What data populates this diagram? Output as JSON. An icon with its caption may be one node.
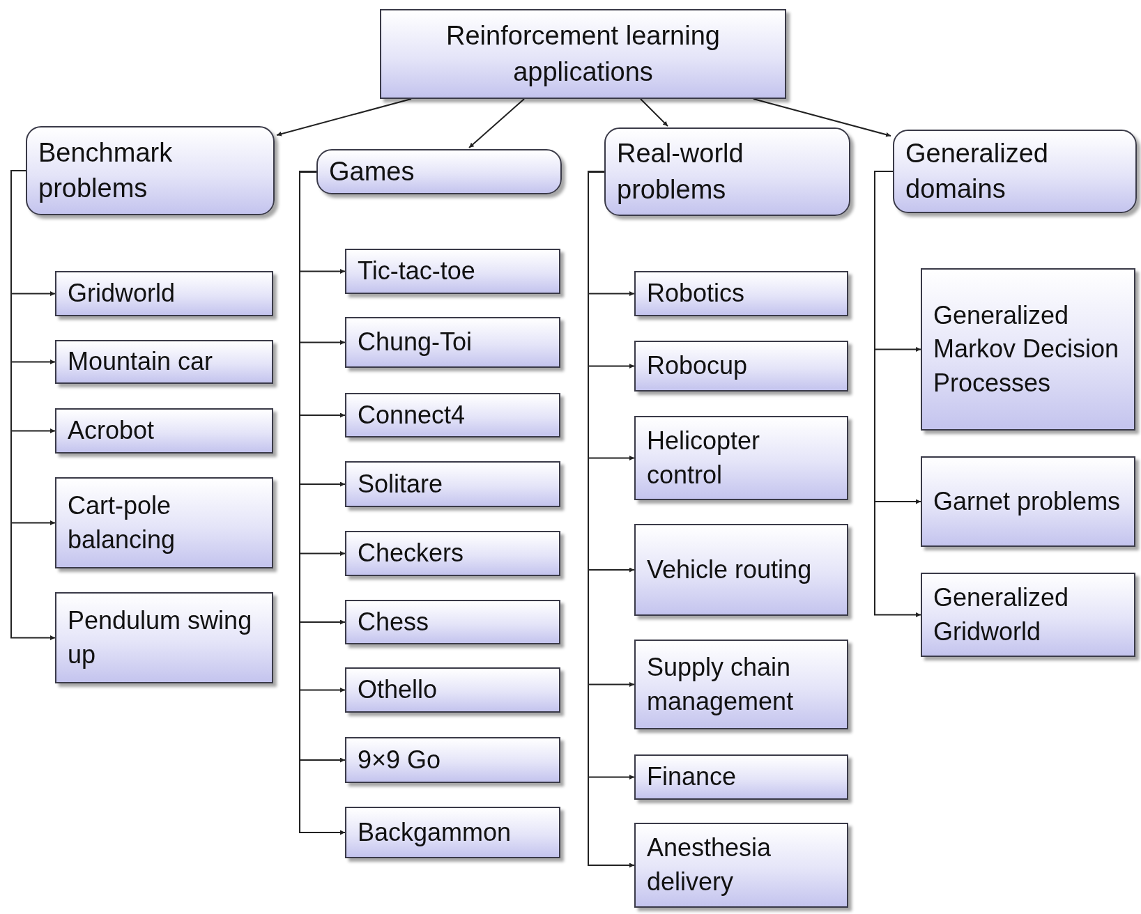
{
  "diagram": {
    "nodes": [
      {
        "text": [
          "Reinforcement learning applications"
        ]
      },
      {
        "text": [
          "Benchmark problems"
        ]
      },
      {
        "text": [
          "Gridworld"
        ]
      },
      {
        "text": [
          "Mountain car"
        ]
      },
      {
        "text": [
          "Acrobot"
        ]
      },
      {
        "text": [
          "Cart-pole balancing"
        ]
      },
      {
        "text": [
          "Pendulum swing up"
        ]
      },
      {
        "text": [
          "Games"
        ]
      },
      {
        "text": [
          "Tic-tac-toe"
        ]
      },
      {
        "text": [
          "Chung-Toi"
        ]
      },
      {
        "text": [
          "Connect4"
        ]
      },
      {
        "text": [
          "Solitare"
        ]
      },
      {
        "text": [
          "Checkers"
        ]
      },
      {
        "text": [
          "Chess"
        ]
      },
      {
        "text": [
          "Othello"
        ]
      },
      {
        "text": [
          "9×9 Go"
        ]
      },
      {
        "text": [
          "Backgammon"
        ]
      },
      {
        "text": [
          "Real-world problems"
        ]
      },
      {
        "text": [
          "Robotics"
        ]
      },
      {
        "text": [
          "Robocup"
        ]
      },
      {
        "text": [
          "Helicopter control"
        ]
      },
      {
        "text": [
          "Vehicle routing"
        ]
      },
      {
        "text": [
          "Supply chain management"
        ]
      },
      {
        "text": [
          "Finance"
        ]
      },
      {
        "text": [
          "Anesthesia delivery"
        ]
      },
      {
        "text": [
          "Generalized domains"
        ]
      },
      {
        "text": [
          "Generalized Markov Decision Processes"
        ]
      },
      {
        "text": [
          "Garnet problems"
        ]
      },
      {
        "text": [
          "Generalized Gridworld"
        ]
      }
    ],
    "edges": [
      {
        "from": 0,
        "to": 1,
        "arrow": "to"
      },
      {
        "from": 0,
        "to": 7,
        "arrow": "to"
      },
      {
        "from": 0,
        "to": 17,
        "arrow": "to"
      },
      {
        "from": 0,
        "to": 25,
        "arrow": "to"
      },
      {
        "from": 1,
        "to": 2,
        "arrow": "to"
      },
      {
        "from": 1,
        "to": 3,
        "arrow": "to"
      },
      {
        "from": 1,
        "to": 4,
        "arrow": "to"
      },
      {
        "from": 1,
        "to": 5,
        "arrow": "to"
      },
      {
        "from": 1,
        "to": 6,
        "arrow": "to"
      },
      {
        "from": 7,
        "to": 8,
        "arrow": "to"
      },
      {
        "from": 7,
        "to": 9,
        "arrow": "to"
      },
      {
        "from": 7,
        "to": 10,
        "arrow": "to"
      },
      {
        "from": 7,
        "to": 11,
        "arrow": "to"
      },
      {
        "from": 7,
        "to": 12,
        "arrow": "to"
      },
      {
        "from": 7,
        "to": 13,
        "arrow": "to"
      },
      {
        "from": 7,
        "to": 14,
        "arrow": "to"
      },
      {
        "from": 7,
        "to": 15,
        "arrow": "to"
      },
      {
        "from": 7,
        "to": 16,
        "arrow": "to"
      },
      {
        "from": 17,
        "to": 18,
        "arrow": "to"
      },
      {
        "from": 17,
        "to": 19,
        "arrow": "to"
      },
      {
        "from": 17,
        "to": 20,
        "arrow": "to"
      },
      {
        "from": 17,
        "to": 21,
        "arrow": "to"
      },
      {
        "from": 17,
        "to": 22,
        "arrow": "to"
      },
      {
        "from": 17,
        "to": 23,
        "arrow": "to"
      },
      {
        "from": 17,
        "to": 24,
        "arrow": "to"
      },
      {
        "from": 25,
        "to": 26,
        "arrow": "to"
      },
      {
        "from": 25,
        "to": 27,
        "arrow": "to"
      },
      {
        "from": 25,
        "to": 28,
        "arrow": "to"
      }
    ]
  }
}
